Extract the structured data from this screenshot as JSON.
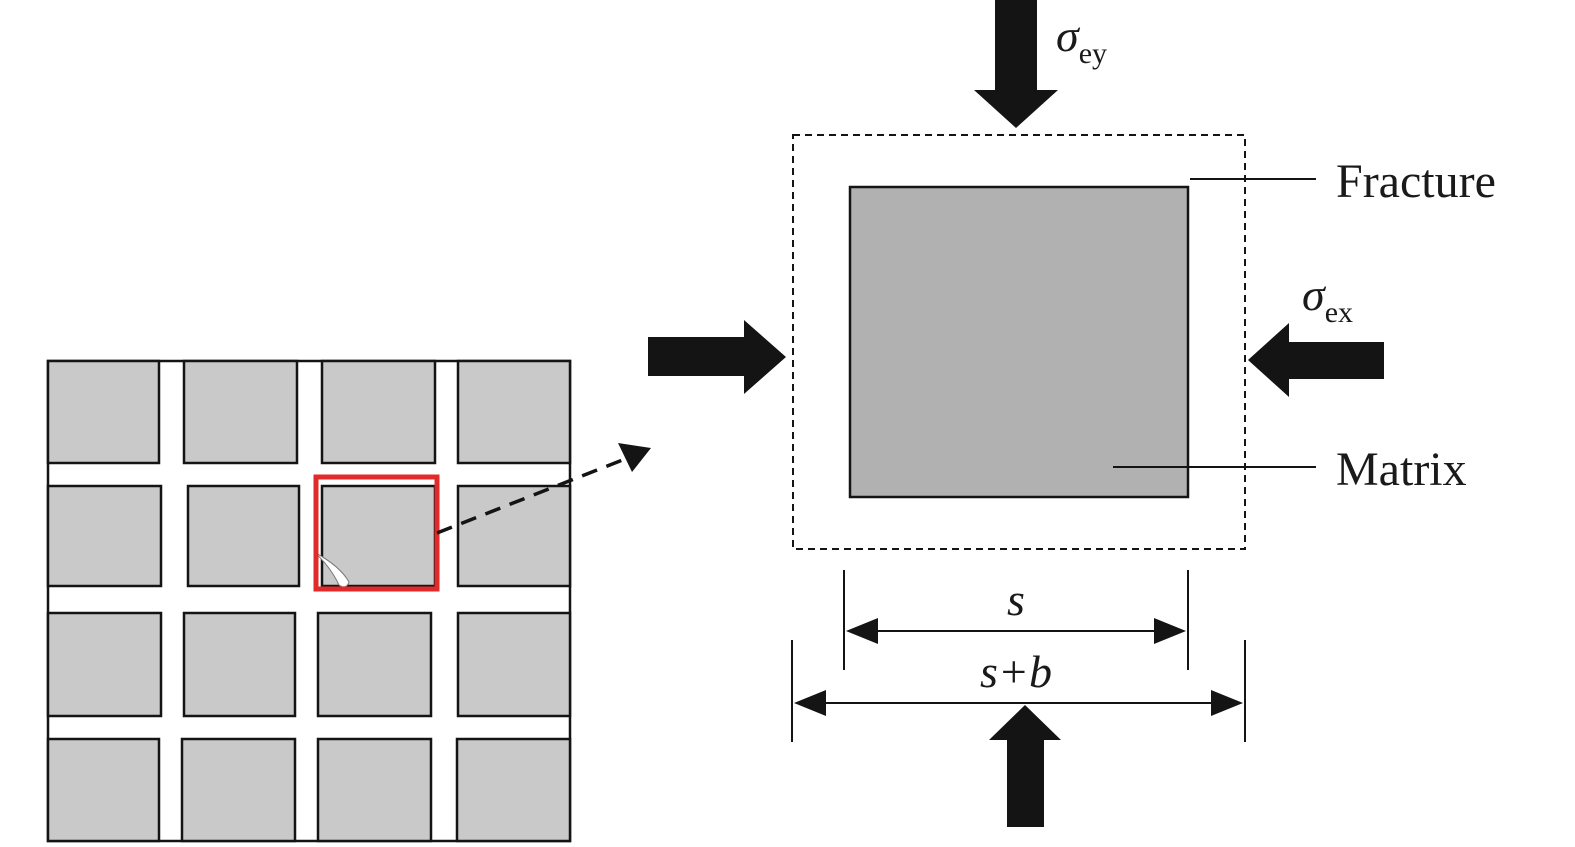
{
  "labels": {
    "fracture": "Fracture",
    "matrix": "Matrix",
    "sigma_symbol": "σ",
    "sigma_ey_sub": "ey",
    "sigma_ex_sub": "ex",
    "dim_inner": "s",
    "dim_outer": "s+b"
  },
  "colors": {
    "block_fill": "#c9c9c9",
    "matrix_fill": "#b2b1b1",
    "highlight": "#e12a2a",
    "arrow": "#141414"
  }
}
